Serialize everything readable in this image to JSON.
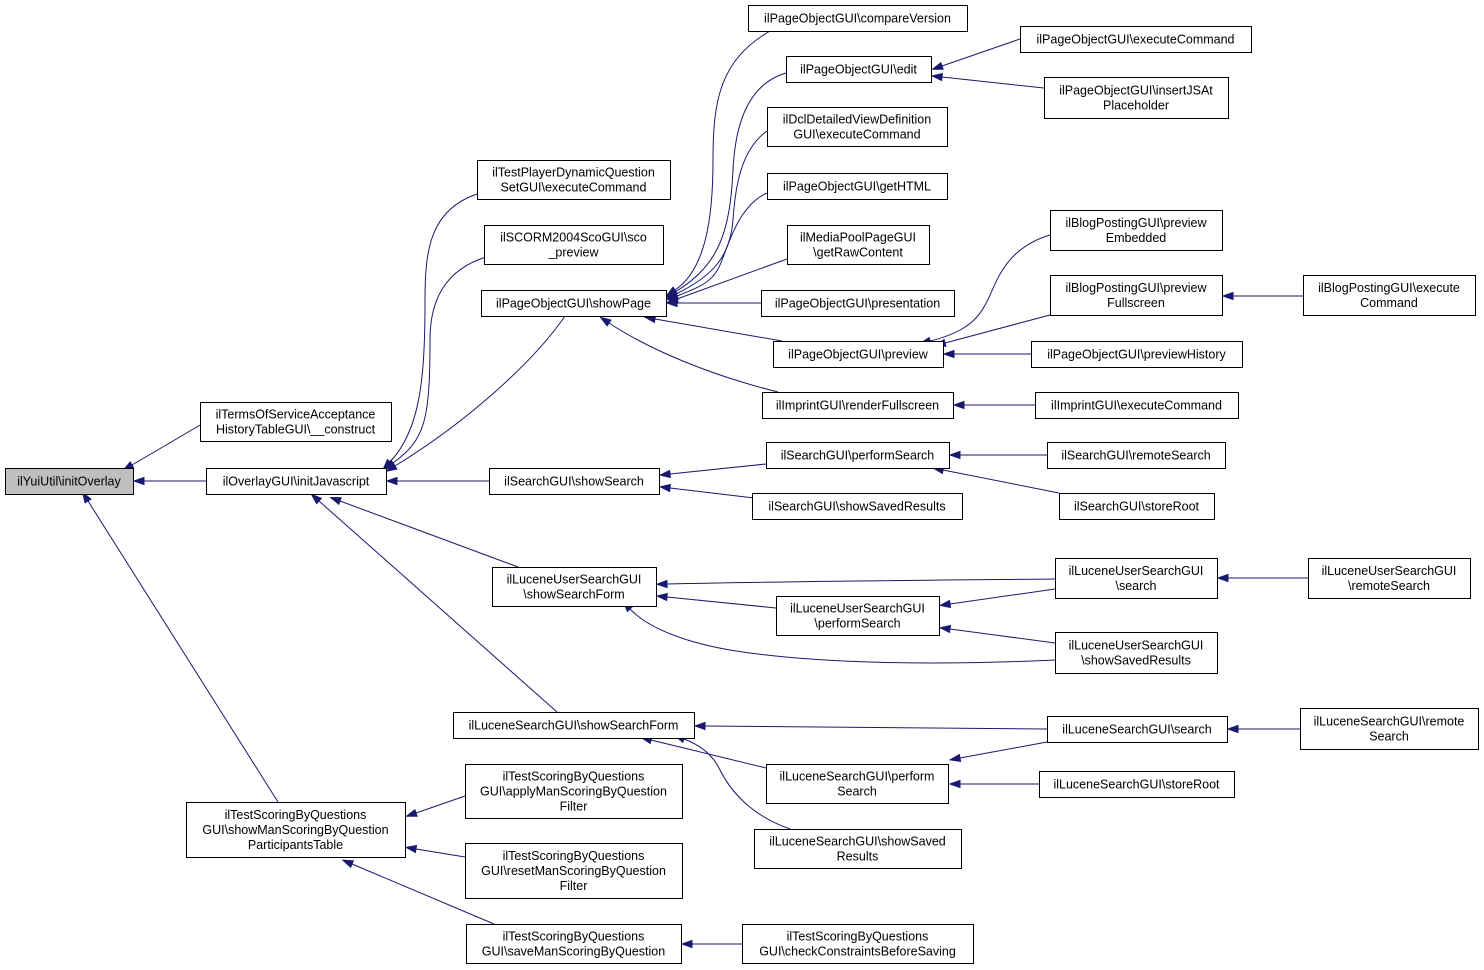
{
  "graph": {
    "root": "n0",
    "colors": {
      "edge": "#191970",
      "root_fill": "#bfbfbf",
      "node_fill": "#ffffff",
      "node_border": "#000000"
    },
    "nodes": [
      {
        "id": "n0",
        "lines": [
          "ilYuiUtil\\initOverlay"
        ]
      },
      {
        "id": "n1",
        "lines": [
          "ilTermsOfServiceAcceptance",
          "HistoryTableGUI\\__construct"
        ]
      },
      {
        "id": "n2",
        "lines": [
          "ilOverlayGUI\\initJavascript"
        ]
      },
      {
        "id": "n3",
        "lines": [
          "ilTestScoringByQuestions",
          "GUI\\showManScoringByQuestion",
          "ParticipantsTable"
        ]
      },
      {
        "id": "n4",
        "lines": [
          "ilTestPlayerDynamicQuestion",
          "SetGUI\\executeCommand"
        ]
      },
      {
        "id": "n5",
        "lines": [
          "ilSCORM2004ScoGUI\\sco",
          "_preview"
        ]
      },
      {
        "id": "n6",
        "lines": [
          "ilPageObjectGUI\\showPage"
        ]
      },
      {
        "id": "n7",
        "lines": [
          "ilSearchGUI\\showSearch"
        ]
      },
      {
        "id": "n8",
        "lines": [
          "ilLuceneUserSearchGUI",
          "\\showSearchForm"
        ]
      },
      {
        "id": "n9",
        "lines": [
          "ilLuceneSearchGUI\\showSearchForm"
        ]
      },
      {
        "id": "n10",
        "lines": [
          "ilTestScoringByQuestions",
          "GUI\\applyManScoringByQuestion",
          "Filter"
        ]
      },
      {
        "id": "n11",
        "lines": [
          "ilTestScoringByQuestions",
          "GUI\\resetManScoringByQuestion",
          "Filter"
        ]
      },
      {
        "id": "n12",
        "lines": [
          "ilTestScoringByQuestions",
          "GUI\\saveManScoringByQuestion"
        ]
      },
      {
        "id": "n13",
        "lines": [
          "ilPageObjectGUI\\compareVersion"
        ]
      },
      {
        "id": "n14",
        "lines": [
          "ilPageObjectGUI\\edit"
        ]
      },
      {
        "id": "n15",
        "lines": [
          "ilDclDetailedViewDefinition",
          "GUI\\executeCommand"
        ]
      },
      {
        "id": "n16",
        "lines": [
          "ilPageObjectGUI\\getHTML"
        ]
      },
      {
        "id": "n17",
        "lines": [
          "ilMediaPoolPageGUI",
          "\\getRawContent"
        ]
      },
      {
        "id": "n18",
        "lines": [
          "ilPageObjectGUI\\presentation"
        ]
      },
      {
        "id": "n19",
        "lines": [
          "ilPageObjectGUI\\preview"
        ]
      },
      {
        "id": "n20",
        "lines": [
          "ilImprintGUI\\renderFullscreen"
        ]
      },
      {
        "id": "n21",
        "lines": [
          "ilSearchGUI\\performSearch"
        ]
      },
      {
        "id": "n22",
        "lines": [
          "ilSearchGUI\\showSavedResults"
        ]
      },
      {
        "id": "n23",
        "lines": [
          "ilLuceneUserSearchGUI",
          "\\performSearch"
        ]
      },
      {
        "id": "n24",
        "lines": [
          "ilLuceneSearchGUI\\perform",
          "Search"
        ]
      },
      {
        "id": "n25",
        "lines": [
          "ilLuceneSearchGUI\\showSaved",
          "Results"
        ]
      },
      {
        "id": "n26",
        "lines": [
          "ilTestScoringByQuestions",
          "GUI\\checkConstraintsBeforeSaving"
        ]
      },
      {
        "id": "n27",
        "lines": [
          "ilPageObjectGUI\\executeCommand"
        ]
      },
      {
        "id": "n28",
        "lines": [
          "ilPageObjectGUI\\insertJSAt",
          "Placeholder"
        ]
      },
      {
        "id": "n29",
        "lines": [
          "ilBlogPostingGUI\\preview",
          "Embedded"
        ]
      },
      {
        "id": "n30",
        "lines": [
          "ilBlogPostingGUI\\preview",
          "Fullscreen"
        ]
      },
      {
        "id": "n31",
        "lines": [
          "ilPageObjectGUI\\previewHistory"
        ]
      },
      {
        "id": "n32",
        "lines": [
          "ilImprintGUI\\executeCommand"
        ]
      },
      {
        "id": "n33",
        "lines": [
          "ilSearchGUI\\remoteSearch"
        ]
      },
      {
        "id": "n34",
        "lines": [
          "ilSearchGUI\\storeRoot"
        ]
      },
      {
        "id": "n35",
        "lines": [
          "ilLuceneUserSearchGUI",
          "\\search"
        ]
      },
      {
        "id": "n36",
        "lines": [
          "ilLuceneUserSearchGUI",
          "\\showSavedResults"
        ]
      },
      {
        "id": "n37",
        "lines": [
          "ilLuceneSearchGUI\\search"
        ]
      },
      {
        "id": "n38",
        "lines": [
          "ilLuceneSearchGUI\\storeRoot"
        ]
      },
      {
        "id": "n39",
        "lines": [
          "ilBlogPostingGUI\\execute",
          "Command"
        ]
      },
      {
        "id": "n40",
        "lines": [
          "ilLuceneUserSearchGUI",
          "\\remoteSearch"
        ]
      },
      {
        "id": "n41",
        "lines": [
          "ilLuceneSearchGUI\\remote",
          "Search"
        ]
      }
    ],
    "edges": [
      {
        "from": "n1",
        "to": "n0"
      },
      {
        "from": "n2",
        "to": "n0"
      },
      {
        "from": "n3",
        "to": "n0"
      },
      {
        "from": "n4",
        "to": "n2"
      },
      {
        "from": "n5",
        "to": "n2"
      },
      {
        "from": "n6",
        "to": "n2"
      },
      {
        "from": "n7",
        "to": "n2"
      },
      {
        "from": "n8",
        "to": "n2"
      },
      {
        "from": "n9",
        "to": "n2"
      },
      {
        "from": "n10",
        "to": "n3"
      },
      {
        "from": "n11",
        "to": "n3"
      },
      {
        "from": "n12",
        "to": "n3"
      },
      {
        "from": "n13",
        "to": "n6"
      },
      {
        "from": "n14",
        "to": "n6"
      },
      {
        "from": "n15",
        "to": "n6"
      },
      {
        "from": "n16",
        "to": "n6"
      },
      {
        "from": "n17",
        "to": "n6"
      },
      {
        "from": "n18",
        "to": "n6"
      },
      {
        "from": "n19",
        "to": "n6"
      },
      {
        "from": "n20",
        "to": "n6"
      },
      {
        "from": "n27",
        "to": "n14"
      },
      {
        "from": "n28",
        "to": "n14"
      },
      {
        "from": "n29",
        "to": "n19"
      },
      {
        "from": "n30",
        "to": "n19"
      },
      {
        "from": "n31",
        "to": "n19"
      },
      {
        "from": "n39",
        "to": "n30"
      },
      {
        "from": "n32",
        "to": "n20"
      },
      {
        "from": "n21",
        "to": "n7"
      },
      {
        "from": "n22",
        "to": "n7"
      },
      {
        "from": "n33",
        "to": "n21"
      },
      {
        "from": "n34",
        "to": "n21"
      },
      {
        "from": "n35",
        "to": "n8"
      },
      {
        "from": "n23",
        "to": "n8"
      },
      {
        "from": "n36",
        "to": "n8"
      },
      {
        "from": "n35",
        "to": "n23"
      },
      {
        "from": "n36",
        "to": "n23"
      },
      {
        "from": "n40",
        "to": "n35"
      },
      {
        "from": "n37",
        "to": "n9"
      },
      {
        "from": "n24",
        "to": "n9"
      },
      {
        "from": "n25",
        "to": "n9"
      },
      {
        "from": "n37",
        "to": "n24"
      },
      {
        "from": "n38",
        "to": "n24"
      },
      {
        "from": "n41",
        "to": "n37"
      },
      {
        "from": "n26",
        "to": "n12"
      }
    ]
  }
}
